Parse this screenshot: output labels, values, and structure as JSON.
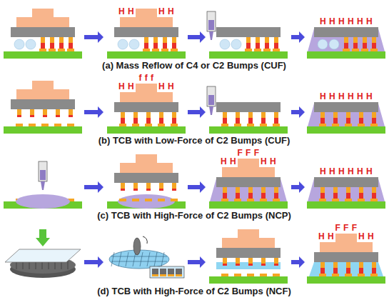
{
  "diagram": {
    "labels": [
      "H H",
      "H H",
      "H H H H H H",
      "(a) Mass Reflow of C4 or C2 Bumps (CUF)",
      "H H",
      "f f f",
      "H H",
      "H H H H H H",
      "(b) TCB with Low-Force of C2 Bumps (CUF)",
      "F F F",
      "H H",
      "H H",
      "H H H H H H",
      "(c) TCB with High-Force of C2 Bumps (NCP)",
      "H H",
      "F F F",
      "H H",
      "(d) TCB with High-Force of C2 Bumps (NCF)"
    ]
  }
}
